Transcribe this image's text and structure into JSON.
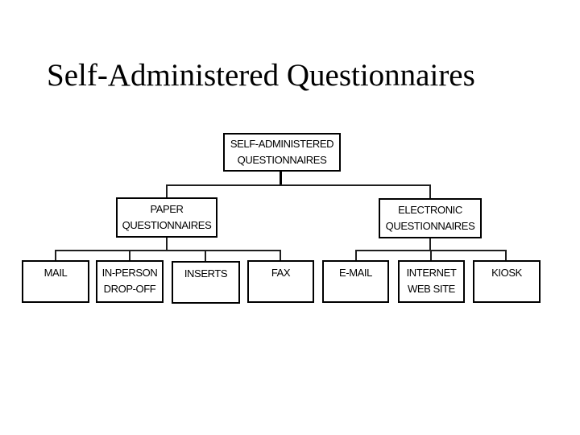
{
  "slide_title": "Self-Administered Questionnaires",
  "org_chart": {
    "root": {
      "label": "SELF-ADMINISTERED\nQUESTIONNAIRES"
    },
    "branches": [
      {
        "label": "PAPER\nQUESTIONNAIRES",
        "children": [
          "MAIL",
          "IN-PERSON DROP-OFF",
          "INSERTS",
          "FAX"
        ]
      },
      {
        "label": "ELECTRONIC\nQUESTIONNAIRES",
        "children": [
          "E-MAIL",
          "INTERNET WEB SITE",
          "KIOSK"
        ]
      }
    ],
    "leaves": [
      {
        "label": "MAIL"
      },
      {
        "label": "IN-PERSON\nDROP-OFF"
      },
      {
        "label": "INSERTS"
      },
      {
        "label": "FAX"
      },
      {
        "label": "E-MAIL"
      },
      {
        "label": "INTERNET\nWEB SITE"
      },
      {
        "label": "KIOSK"
      }
    ]
  },
  "colors": {
    "background": "#ffffff",
    "text": "#000000",
    "box_border": "#000000",
    "connector": "#1f1f1f"
  }
}
